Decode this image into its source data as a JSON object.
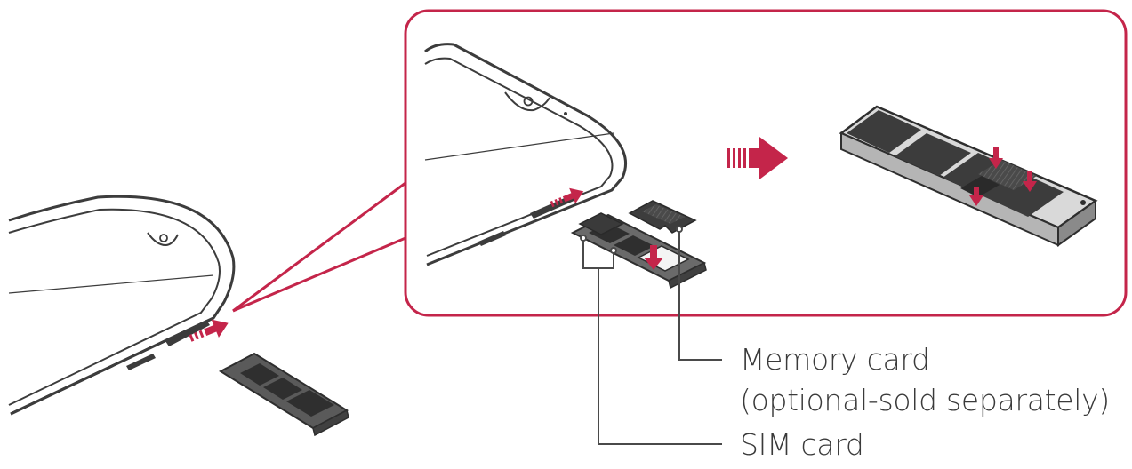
{
  "labels": {
    "memory_card": "Memory card",
    "memory_card_note": "(optional-sold separately)",
    "sim_card": "SIM card"
  },
  "colors": {
    "accent": "#c4254a",
    "outline": "#3c3c3c",
    "tray": "#5a5a5a",
    "card": "#3d3d3d",
    "background": "#ffffff"
  },
  "icons": {
    "insert_arrow": "arrow-right-icon",
    "next_step_arrow": "arrow-right-icon",
    "push_arrow": "arrow-down-icon"
  }
}
